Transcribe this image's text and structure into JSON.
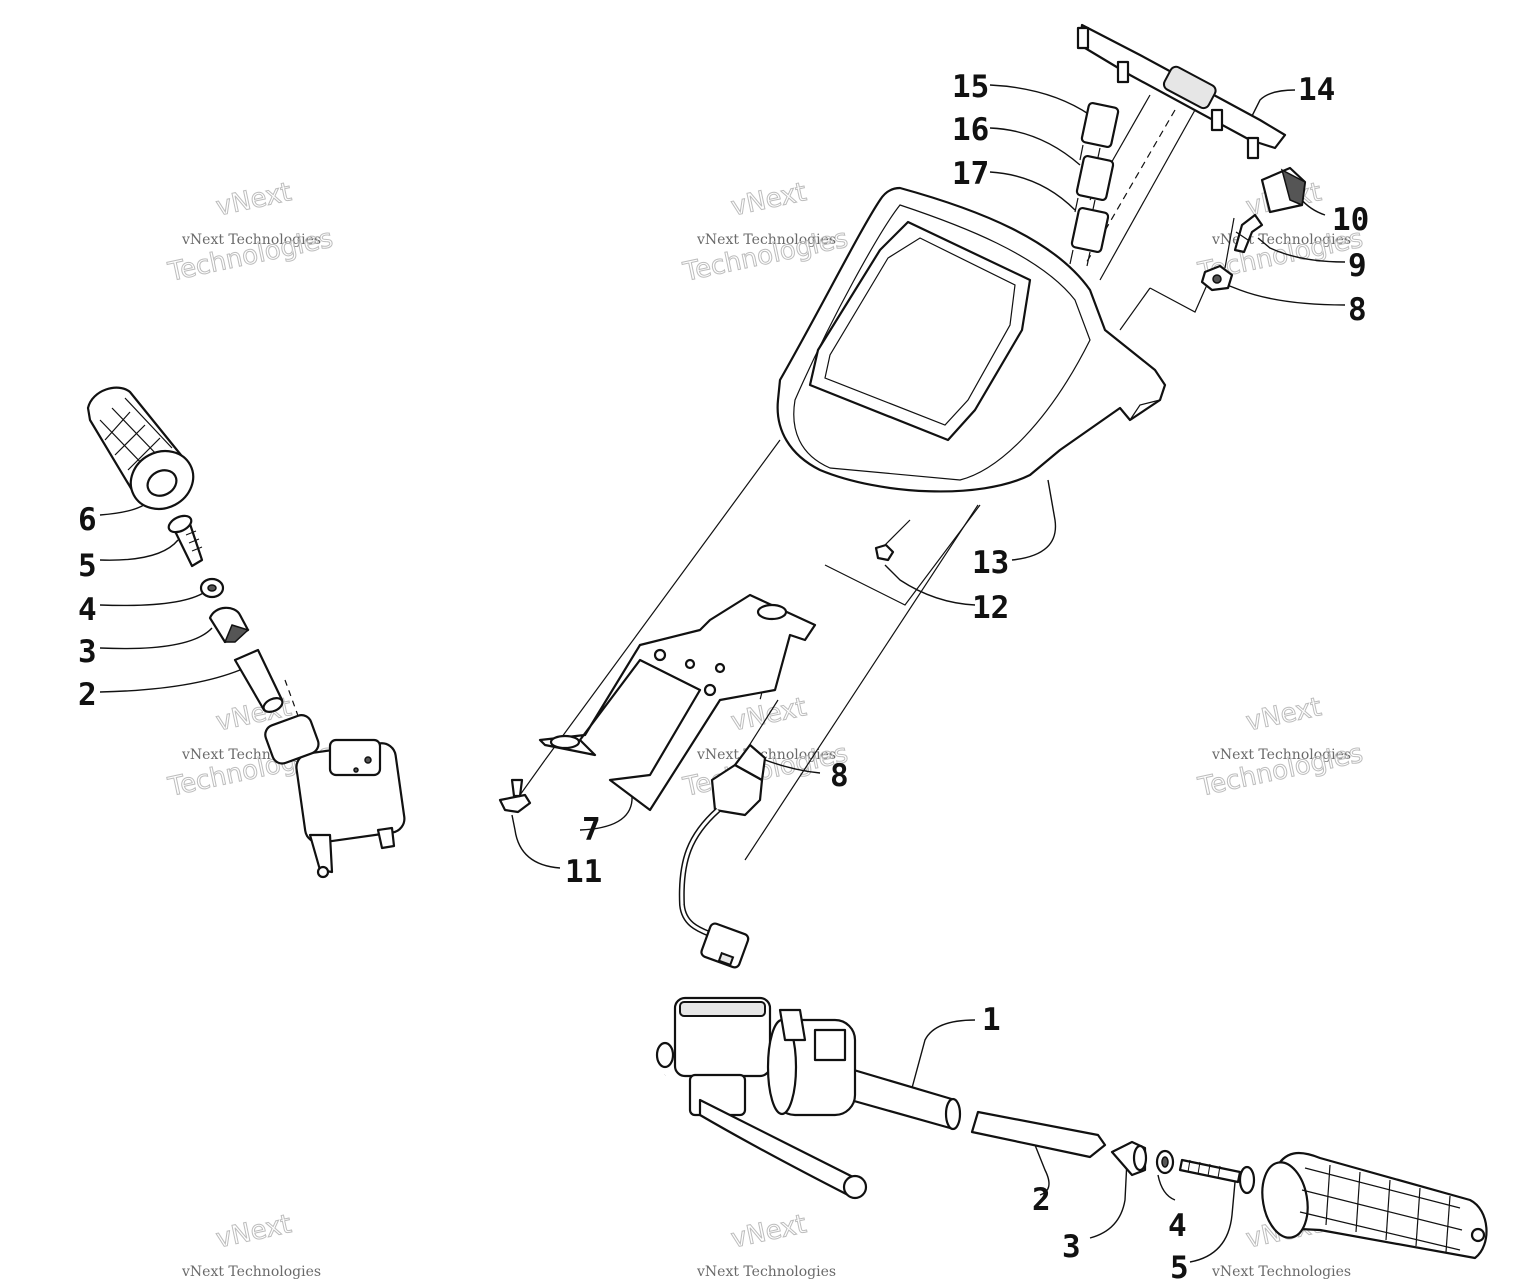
{
  "callouts": [
    {
      "id": "c1",
      "text": "1"
    },
    {
      "id": "c2a",
      "text": "2"
    },
    {
      "id": "c2b",
      "text": "2"
    },
    {
      "id": "c3a",
      "text": "3"
    },
    {
      "id": "c3b",
      "text": "3"
    },
    {
      "id": "c4a",
      "text": "4"
    },
    {
      "id": "c4b",
      "text": "4"
    },
    {
      "id": "c5a",
      "text": "5"
    },
    {
      "id": "c5b",
      "text": "5"
    },
    {
      "id": "c6",
      "text": "6"
    },
    {
      "id": "c7",
      "text": "7"
    },
    {
      "id": "c8a",
      "text": "8"
    },
    {
      "id": "c8b",
      "text": "8"
    },
    {
      "id": "c9",
      "text": "9"
    },
    {
      "id": "c10",
      "text": "10"
    },
    {
      "id": "c11",
      "text": "11"
    },
    {
      "id": "c12",
      "text": "12"
    },
    {
      "id": "c13",
      "text": "13"
    },
    {
      "id": "c14",
      "text": "14"
    },
    {
      "id": "c15",
      "text": "15"
    },
    {
      "id": "c16",
      "text": "16"
    },
    {
      "id": "c17",
      "text": "17"
    }
  ],
  "watermark": {
    "line_small": "vNext Technologies",
    "brand_top": "vNext",
    "brand_bottom": "Technologies"
  }
}
